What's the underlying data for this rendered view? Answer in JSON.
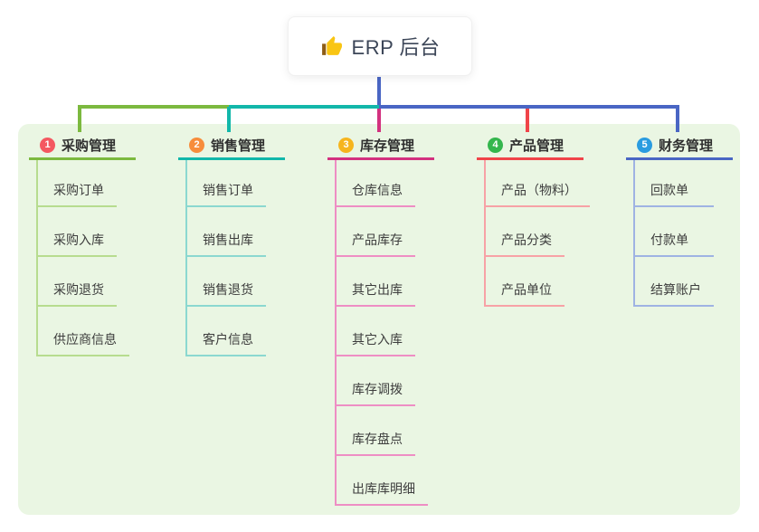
{
  "root": {
    "label": "ERP 后台",
    "icon": "thumbs-up-icon"
  },
  "colors": {
    "panel_bg": "#eaf6e3",
    "root_text": "#3c4658",
    "icon_hand": "#f9c513",
    "icon_cuff": "#8d5d16"
  },
  "branches": [
    {
      "index": "1",
      "label": "采购管理",
      "badge_color": "#f45861",
      "line_color": "#7cb93f",
      "child_line_color": "#b7dc8f",
      "children": [
        "采购订单",
        "采购入库",
        "采购退货",
        "供应商信息"
      ]
    },
    {
      "index": "2",
      "label": "销售管理",
      "badge_color": "#f78d3c",
      "line_color": "#12b7aa",
      "child_line_color": "#8bd8d0",
      "children": [
        "销售订单",
        "销售出库",
        "销售退货",
        "客户信息"
      ]
    },
    {
      "index": "3",
      "label": "库存管理",
      "badge_color": "#f6b51e",
      "line_color": "#d3317f",
      "child_line_color": "#ee8ec4",
      "children": [
        "仓库信息",
        "产品库存",
        "其它出库",
        "其它入库",
        "库存调拨",
        "库存盘点",
        "出库库明细"
      ]
    },
    {
      "index": "4",
      "label": "产品管理",
      "badge_color": "#34b64d",
      "line_color": "#f04449",
      "child_line_color": "#f7a2a6",
      "children": [
        "产品（物料）",
        "产品分类",
        "产品单位"
      ]
    },
    {
      "index": "5",
      "label": "财务管理",
      "badge_color": "#2a9ce0",
      "line_color": "#4a66c4",
      "child_line_color": "#9fb3e3",
      "children": [
        "回款单",
        "付款单",
        "结算账户"
      ]
    }
  ]
}
